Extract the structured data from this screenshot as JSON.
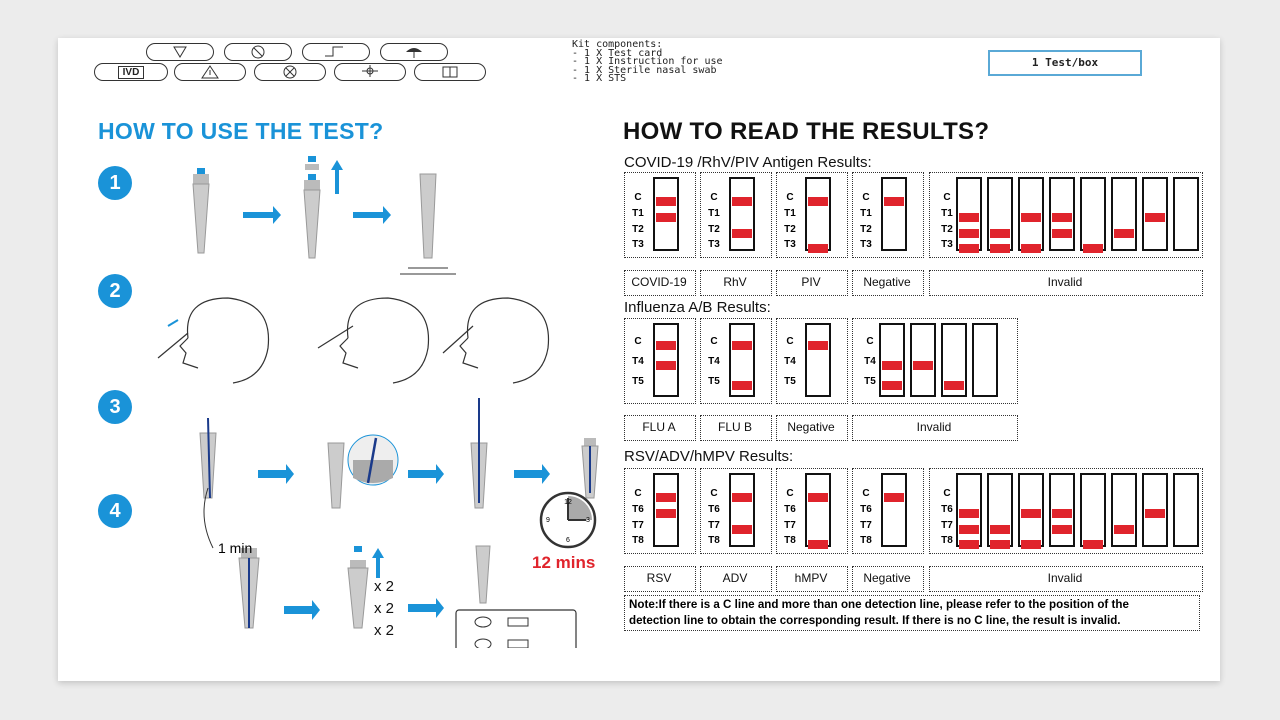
{
  "header": {
    "symbols": [
      {
        "label": "",
        "icon": "do-not-reuse-icon"
      },
      {
        "label": "",
        "icon": "latex-free-icon"
      },
      {
        "label": "",
        "icon": "temperature-limit-icon"
      },
      {
        "label": "",
        "icon": "keep-dry-icon"
      },
      {
        "label": "IVD",
        "icon": "ivd-icon"
      },
      {
        "label": "",
        "icon": "caution-icon"
      },
      {
        "label": "",
        "icon": "do-not-use-if-damaged-icon"
      },
      {
        "label": "",
        "icon": "keep-away-sunlight-icon"
      },
      {
        "label": "",
        "icon": "consult-instructions-icon"
      }
    ],
    "kit_components_title": "Kit components:",
    "kit_components": [
      "- 1 X Test card",
      "- 1 X Instruction for use",
      "- 1 X Sterile nasal swab",
      "- 1 X STS"
    ],
    "test_box": "1 Test/box"
  },
  "how_to_use": {
    "title": "HOW TO USE THE TEST?",
    "steps": [
      "1",
      "2",
      "3",
      "4"
    ],
    "one_min": "1 min",
    "timer": "12 mins",
    "clock_numbers": [
      "12",
      "3",
      "6",
      "9"
    ],
    "drops": [
      "x 2",
      "x 2",
      "x 2"
    ]
  },
  "how_to_read": {
    "title": "HOW TO READ THE RESULTS?",
    "sections": [
      {
        "title": "COVID-19 /RhV/PIV Antigen Results:",
        "line_labels": [
          "C",
          "T1",
          "T2",
          "T3"
        ],
        "results": [
          {
            "label": "COVID-19",
            "lines": [
              1,
              1,
              0,
              0
            ]
          },
          {
            "label": "RhV",
            "lines": [
              1,
              0,
              1,
              0
            ]
          },
          {
            "label": "PIV",
            "lines": [
              1,
              0,
              0,
              1
            ]
          },
          {
            "label": "Negative",
            "lines": [
              1,
              0,
              0,
              0
            ]
          }
        ],
        "invalid_label": "Invalid",
        "invalid": [
          [
            0,
            1,
            1,
            1
          ],
          [
            0,
            0,
            1,
            1
          ],
          [
            0,
            1,
            0,
            1
          ],
          [
            0,
            1,
            1,
            0
          ],
          [
            0,
            0,
            0,
            1
          ],
          [
            0,
            0,
            1,
            0
          ],
          [
            0,
            1,
            0,
            0
          ],
          [
            0,
            0,
            0,
            0
          ]
        ]
      },
      {
        "title": "Influenza A/B Results:",
        "line_labels": [
          "C",
          "T4",
          "T5"
        ],
        "results": [
          {
            "label": "FLU A",
            "lines": [
              1,
              1,
              0
            ]
          },
          {
            "label": "FLU B",
            "lines": [
              1,
              0,
              1
            ]
          },
          {
            "label": "Negative",
            "lines": [
              1,
              0,
              0
            ]
          }
        ],
        "invalid_label": "Invalid",
        "invalid": [
          [
            0,
            1,
            1
          ],
          [
            0,
            1,
            0
          ],
          [
            0,
            0,
            1
          ],
          [
            0,
            0,
            0
          ]
        ]
      },
      {
        "title": "RSV/ADV/hMPV Results:",
        "line_labels": [
          "C",
          "T6",
          "T7",
          "T8"
        ],
        "results": [
          {
            "label": "RSV",
            "lines": [
              1,
              1,
              0,
              0
            ]
          },
          {
            "label": "ADV",
            "lines": [
              1,
              0,
              1,
              0
            ]
          },
          {
            "label": "hMPV",
            "lines": [
              1,
              0,
              0,
              1
            ]
          },
          {
            "label": "Negative",
            "lines": [
              1,
              0,
              0,
              0
            ]
          }
        ],
        "invalid_label": "Invalid",
        "invalid": [
          [
            0,
            1,
            1,
            1
          ],
          [
            0,
            0,
            1,
            1
          ],
          [
            0,
            1,
            0,
            1
          ],
          [
            0,
            1,
            1,
            0
          ],
          [
            0,
            0,
            0,
            1
          ],
          [
            0,
            0,
            1,
            0
          ],
          [
            0,
            1,
            0,
            0
          ],
          [
            0,
            0,
            0,
            0
          ]
        ]
      }
    ],
    "note": [
      "Note:If there is a C line and more than one detection line, please refer to the position of the",
      "detection line to obtain the corresponding result. If there is no C line, the result is invalid."
    ]
  },
  "colors": {
    "accent_blue": "#1a93d8",
    "result_red": "#e0242c"
  }
}
